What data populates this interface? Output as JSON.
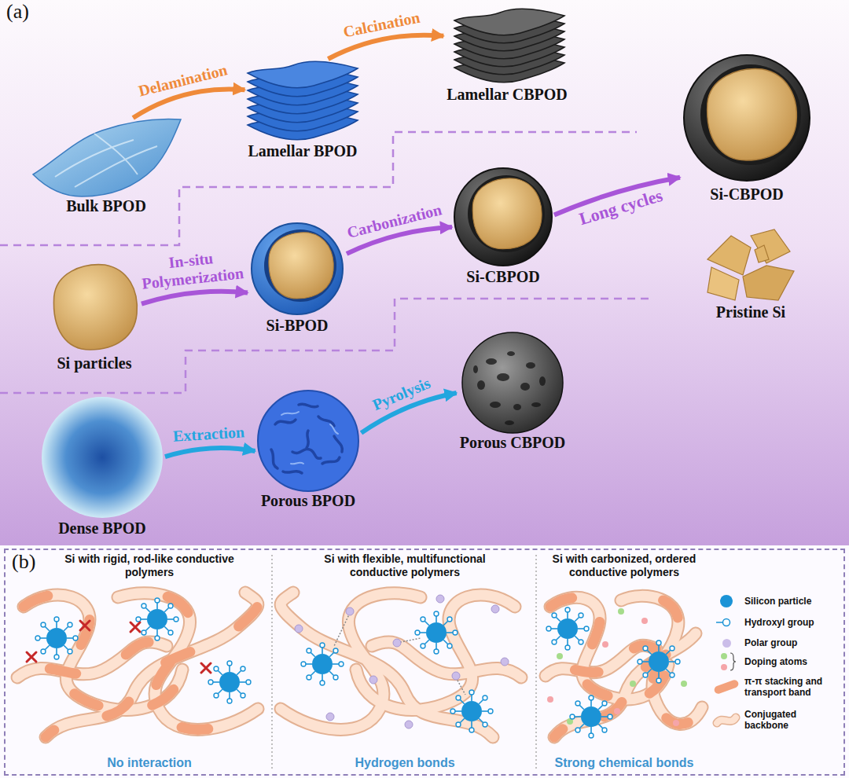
{
  "diagram": {
    "nodes": [
      {
        "text": [
          "(a)"
        ]
      },
      {
        "text": [
          "Bulk BPOD"
        ],
        "in": 0
      },
      {
        "text": [
          "Lamellar BPOD"
        ],
        "in": 0
      },
      {
        "text": [
          "Lamellar CBPOD"
        ],
        "in": 0
      },
      {
        "text": [
          "Si particles"
        ],
        "in": 0
      },
      {
        "text": [
          "Si-BPOD"
        ],
        "in": 0
      },
      {
        "text": [
          "Si-CBPOD"
        ],
        "in": 0
      },
      {
        "text": [
          "Si-CBPOD"
        ],
        "in": 0
      },
      {
        "text": [
          "Pristine Si"
        ],
        "in": 0
      },
      {
        "text": [
          "Dense BPOD"
        ],
        "in": 0
      },
      {
        "text": [
          "Porous BPOD"
        ],
        "in": 0
      },
      {
        "text": [
          "Porous CBPOD"
        ],
        "in": 0
      },
      {
        "text": [
          "(b)"
        ]
      },
      {
        "text": [
          "Si with rigid, rod-like conductive polymers",
          "No interaction"
        ],
        "in": 12
      },
      {
        "text": [
          "Si with flexible, multifunctional conductive polymers",
          "Hydrogen bonds"
        ],
        "in": 12
      },
      {
        "text": [
          "Si with carbonized, ordered conductive polymers",
          "Strong chemical bonds"
        ],
        "in": 12
      }
    ],
    "edges": [
      {
        "from": 1,
        "to": 2,
        "arrow": "to",
        "label": "Delamination"
      },
      {
        "from": 2,
        "to": 3,
        "arrow": "to",
        "label": "Calcination"
      },
      {
        "from": 4,
        "to": 5,
        "arrow": "to",
        "label": "In-situ Polymerization"
      },
      {
        "from": 5,
        "to": 6,
        "arrow": "to",
        "label": "Carbonization"
      },
      {
        "from": 6,
        "to": 7,
        "arrow": "to",
        "label": "Long cycles"
      },
      {
        "from": 9,
        "to": 10,
        "arrow": "to",
        "label": "Extraction"
      },
      {
        "from": 10,
        "to": 11,
        "arrow": "to",
        "label": "Pyrolysis"
      }
    ],
    "legend": [
      {
        "text": "Silicon particle",
        "color": "#1b93d6"
      },
      {
        "text": "Hydroxyl group"
      },
      {
        "text": "Polar group",
        "color": "#cbbde9"
      },
      {
        "text": "Doping atoms"
      },
      {
        "text": "π-π stacking and transport band",
        "color": "#f3a27c"
      },
      {
        "text": "Conjugated backbone"
      }
    ]
  }
}
